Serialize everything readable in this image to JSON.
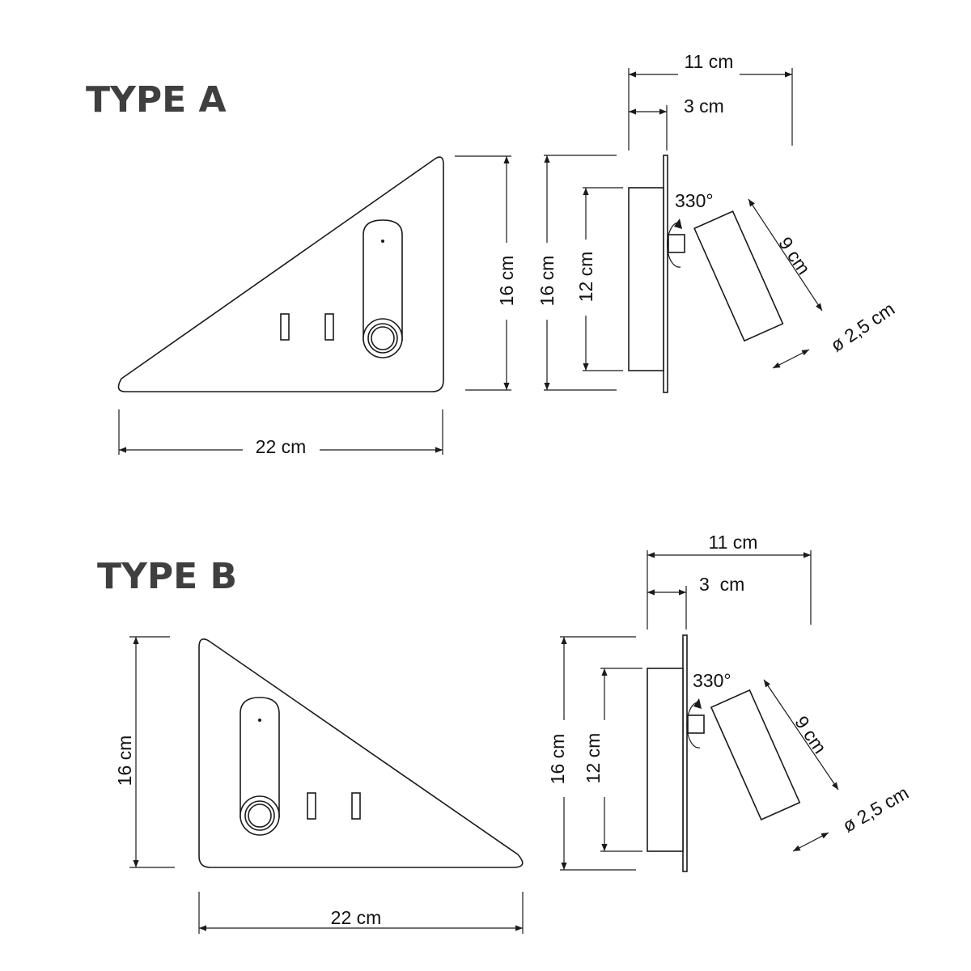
{
  "type_a": {
    "title": "TYPE A",
    "front": {
      "width_label": "22 cm",
      "height_label": "16 cm"
    },
    "side": {
      "depth_label": "11 cm",
      "base_label": "3 cm",
      "plate_height_label": "16 cm",
      "box_height_label": "12 cm",
      "rotation_label": "330°",
      "arm_length_label": "9 cm",
      "diameter_label": "ø 2,5 cm"
    }
  },
  "type_b": {
    "title": "TYPE B",
    "front": {
      "width_label": "22 cm",
      "height_label": "16 cm"
    },
    "side": {
      "depth_label": "11 cm",
      "base_label": "3  cm",
      "plate_height_label": "16 cm",
      "box_height_label": "12 cm",
      "rotation_label": "330°",
      "arm_length_label": "9 cm",
      "diameter_label": "ø 2,5 cm"
    }
  }
}
